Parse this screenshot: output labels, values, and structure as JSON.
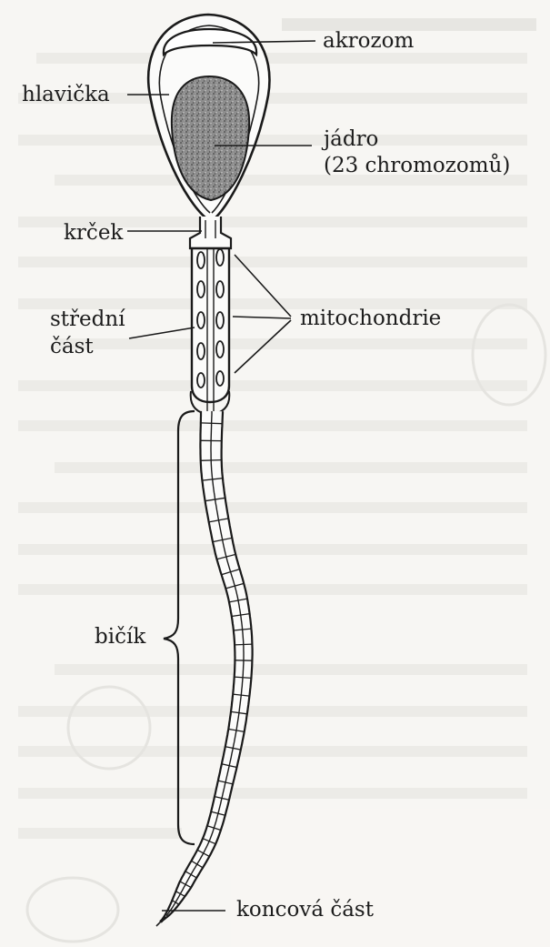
{
  "figure": {
    "labels": {
      "acrosome": "akrozom",
      "head": "hlavička",
      "nucleus_line1": "jádro",
      "nucleus_line2": "(23 chromozomů)",
      "neck": "krček",
      "midpiece_line1": "střední",
      "midpiece_line2": "část",
      "mitochondria": "mitochondrie",
      "flagellum": "bičík",
      "end_piece": "koncová část"
    }
  }
}
